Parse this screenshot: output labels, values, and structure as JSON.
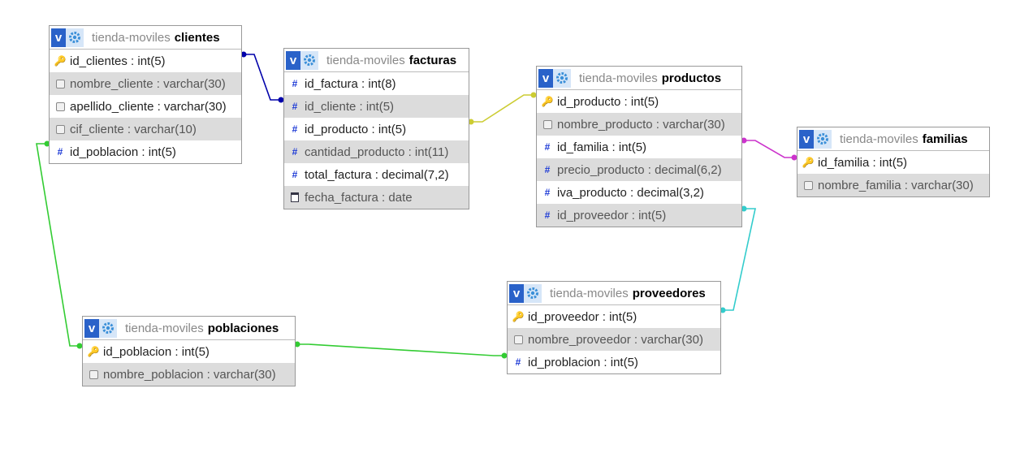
{
  "database": "tienda-moviles",
  "icons": {
    "collapse": "v",
    "settings": "gear-icon"
  },
  "link_colors": [
    "#0000aa",
    "#cccc33",
    "#cc33cc",
    "#33cccc",
    "#33cc33",
    "#33cc33"
  ],
  "tables": [
    {
      "name": "clientes",
      "columns": [
        {
          "text": "id_clientes : int(5)",
          "icon": "key"
        },
        {
          "text": "nombre_cliente : varchar(30)",
          "icon": "text"
        },
        {
          "text": "apellido_cliente : varchar(30)",
          "icon": "text"
        },
        {
          "text": "cif_cliente : varchar(10)",
          "icon": "text"
        },
        {
          "text": "id_poblacion : int(5)",
          "icon": "hash"
        }
      ]
    },
    {
      "name": "facturas",
      "columns": [
        {
          "text": "id_factura : int(8)",
          "icon": "hash"
        },
        {
          "text": "id_cliente : int(5)",
          "icon": "hash"
        },
        {
          "text": "id_producto : int(5)",
          "icon": "hash"
        },
        {
          "text": "cantidad_producto : int(11)",
          "icon": "hash"
        },
        {
          "text": "total_factura : decimal(7,2)",
          "icon": "hash"
        },
        {
          "text": "fecha_factura : date",
          "icon": "date"
        }
      ]
    },
    {
      "name": "productos",
      "columns": [
        {
          "text": "id_producto : int(5)",
          "icon": "key"
        },
        {
          "text": "nombre_producto : varchar(30)",
          "icon": "text"
        },
        {
          "text": "id_familia : int(5)",
          "icon": "hash"
        },
        {
          "text": "precio_producto : decimal(6,2)",
          "icon": "hash"
        },
        {
          "text": "iva_producto : decimal(3,2)",
          "icon": "hash"
        },
        {
          "text": "id_proveedor : int(5)",
          "icon": "hash"
        }
      ]
    },
    {
      "name": "familias",
      "columns": [
        {
          "text": "id_familia : int(5)",
          "icon": "key"
        },
        {
          "text": "nombre_familia : varchar(30)",
          "icon": "text"
        }
      ]
    },
    {
      "name": "proveedores",
      "columns": [
        {
          "text": "id_proveedor : int(5)",
          "icon": "key"
        },
        {
          "text": "nombre_proveedor : varchar(30)",
          "icon": "text"
        },
        {
          "text": "id_problacion : int(5)",
          "icon": "hash"
        }
      ]
    },
    {
      "name": "poblaciones",
      "columns": [
        {
          "text": "id_poblacion : int(5)",
          "icon": "key"
        },
        {
          "text": "nombre_poblacion : varchar(30)",
          "icon": "text"
        }
      ]
    }
  ]
}
